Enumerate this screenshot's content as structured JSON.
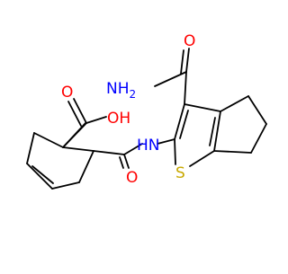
{
  "molecule": {
    "atom_labels": {
      "oh": "OH",
      "acid_o": "O",
      "amide_o_top": "O",
      "nh2": "NH",
      "nh2_sub": "2",
      "nh": "HN",
      "amide_o_bottom": "O",
      "s": "S"
    },
    "colors": {
      "oxygen": "#ff0000",
      "nitrogen": "#0000ff",
      "sulfur": "#c8a800",
      "carbon_bond": "#000000"
    }
  }
}
